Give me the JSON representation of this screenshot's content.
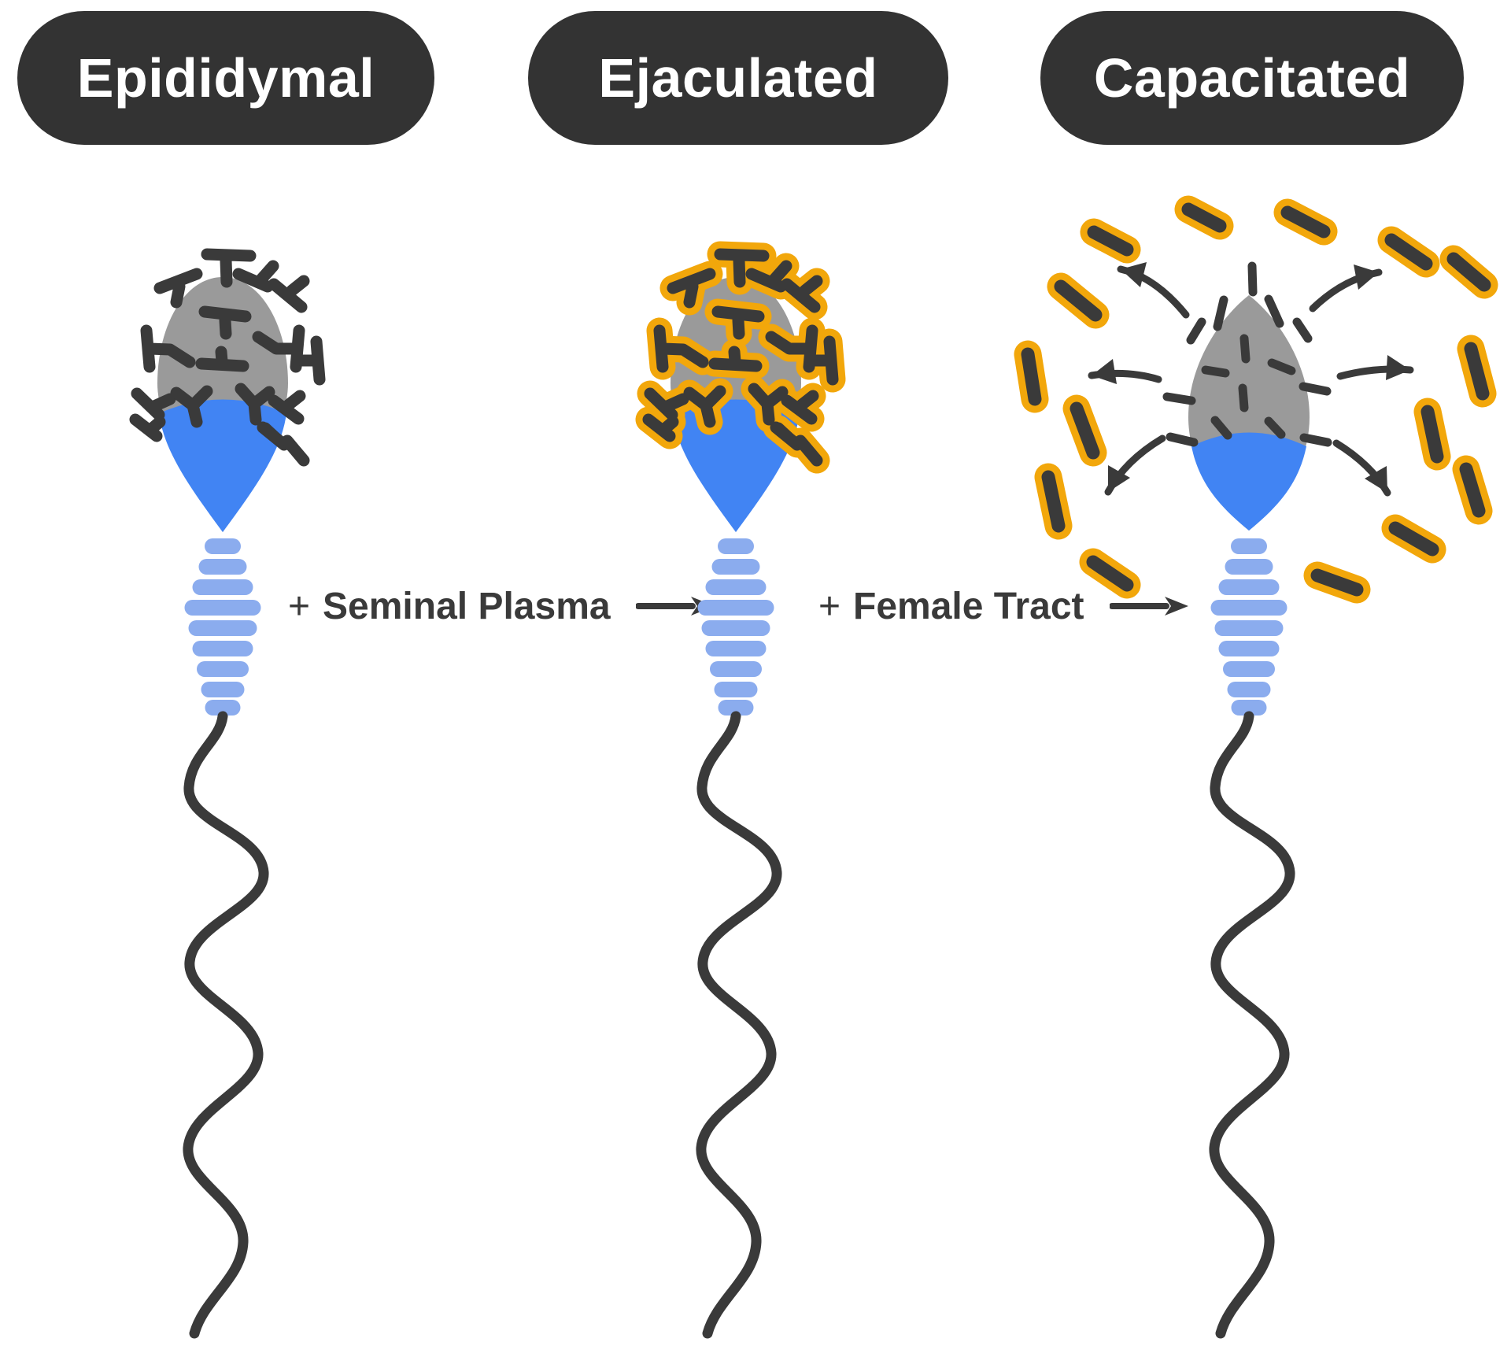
{
  "stages": [
    {
      "label": "Epididymal"
    },
    {
      "label": "Ejaculated"
    },
    {
      "label": "Capacitated"
    }
  ],
  "transitions": [
    {
      "plus": "+",
      "label": "Seminal Plasma"
    },
    {
      "plus": "+",
      "label": "Female Tract"
    }
  ],
  "icons": {
    "transition_arrow": "→"
  },
  "colors": {
    "background": "#FFFFFF",
    "label-bg": "#333333",
    "label-text": "#FFFFFF",
    "dark": "#3A3A3A",
    "head-gray": "#9A9A9A",
    "head-blue": "#4184F3",
    "midpiece-blue": "#8BACEE",
    "protein-coat-orange": "#F2A70B"
  }
}
